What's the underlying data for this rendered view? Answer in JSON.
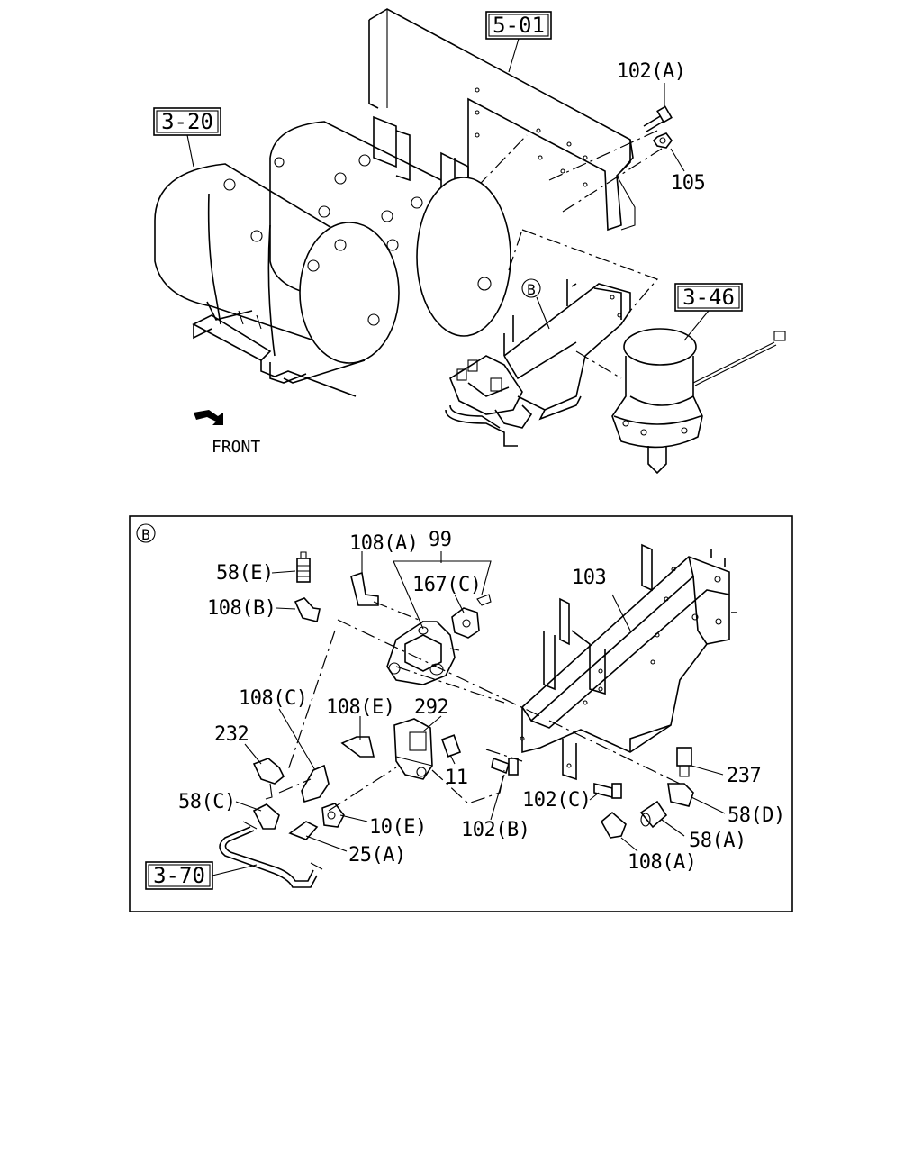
{
  "references": {
    "frame": "5-01",
    "tanks": "3-20",
    "dryer": "3-46",
    "piping": "3-70"
  },
  "detail_marker": "B",
  "front_label": "FRONT",
  "top_labels": {
    "bolt": "102(A)",
    "nut": "105"
  },
  "detail_labels": {
    "l99": "99",
    "l108a_top": "108(A)",
    "l58e": "58(E)",
    "l167c": "167(C)",
    "l108b": "108(B)",
    "l103": "103",
    "l108c": "108(C)",
    "l108e": "108(E)",
    "l292": "292",
    "l232": "232",
    "l11": "11",
    "l237": "237",
    "l58c": "58(C)",
    "l10e": "10(E)",
    "l102c": "102(C)",
    "l58d": "58(D)",
    "l102b": "102(B)",
    "l58a": "58(A)",
    "l25a": "25(A)",
    "l108a_bottom": "108(A)"
  }
}
